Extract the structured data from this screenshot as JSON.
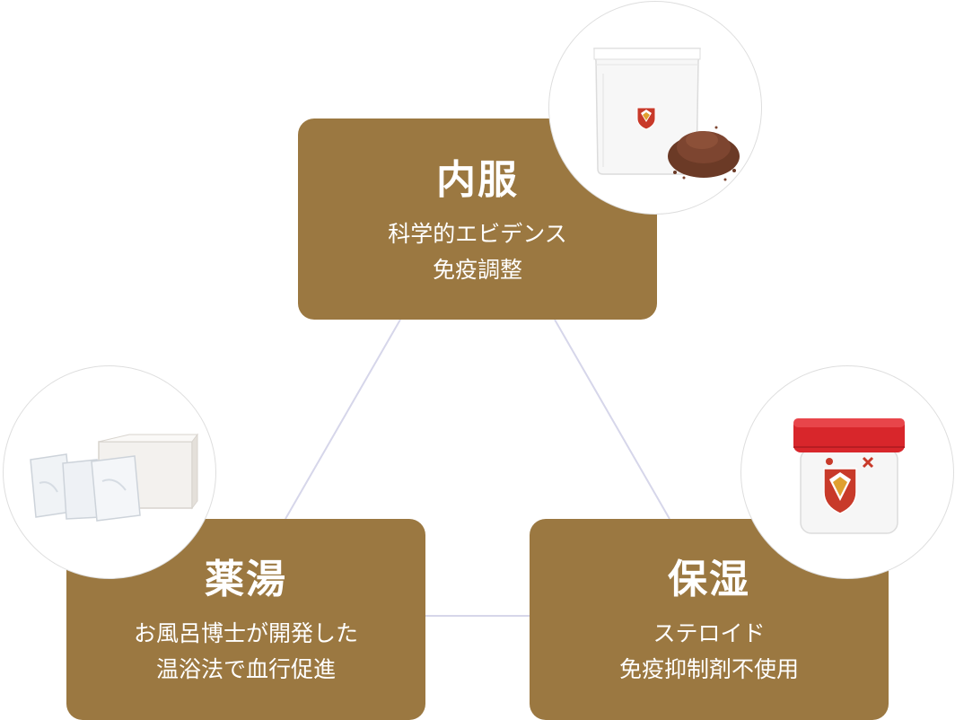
{
  "colors": {
    "card": "#9b7841",
    "line": "#d6d6ea"
  },
  "cards": {
    "top": {
      "title": "内服",
      "line1": "科学的エビデンス",
      "line2": "免疫調整"
    },
    "left": {
      "title": "薬湯",
      "line1": "お風呂博士が開発した",
      "line2": "温浴法で血行促進"
    },
    "right": {
      "title": "保湿",
      "line1": "ステロイド",
      "line2": "免疫抑制剤不使用"
    }
  }
}
